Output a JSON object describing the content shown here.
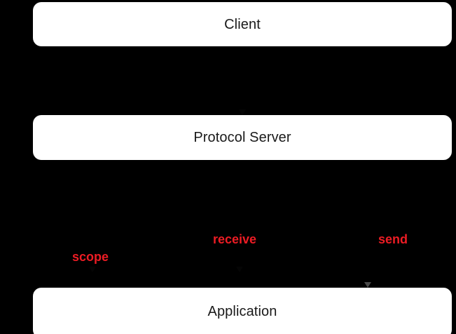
{
  "diagram": {
    "background_color": "#000000",
    "accent_color": "#ed1c24",
    "node_fill_color": "#ffffff",
    "node_text_color": "#1a1a1a",
    "nodes": [
      {
        "id": "client",
        "label": "Client"
      },
      {
        "id": "protocol-server",
        "label": "Protocol Server"
      },
      {
        "id": "application",
        "label": "Application"
      }
    ],
    "edge_labels": [
      {
        "id": "scope",
        "label": "scope"
      },
      {
        "id": "receive",
        "label": "receive"
      },
      {
        "id": "send",
        "label": "send"
      }
    ]
  }
}
